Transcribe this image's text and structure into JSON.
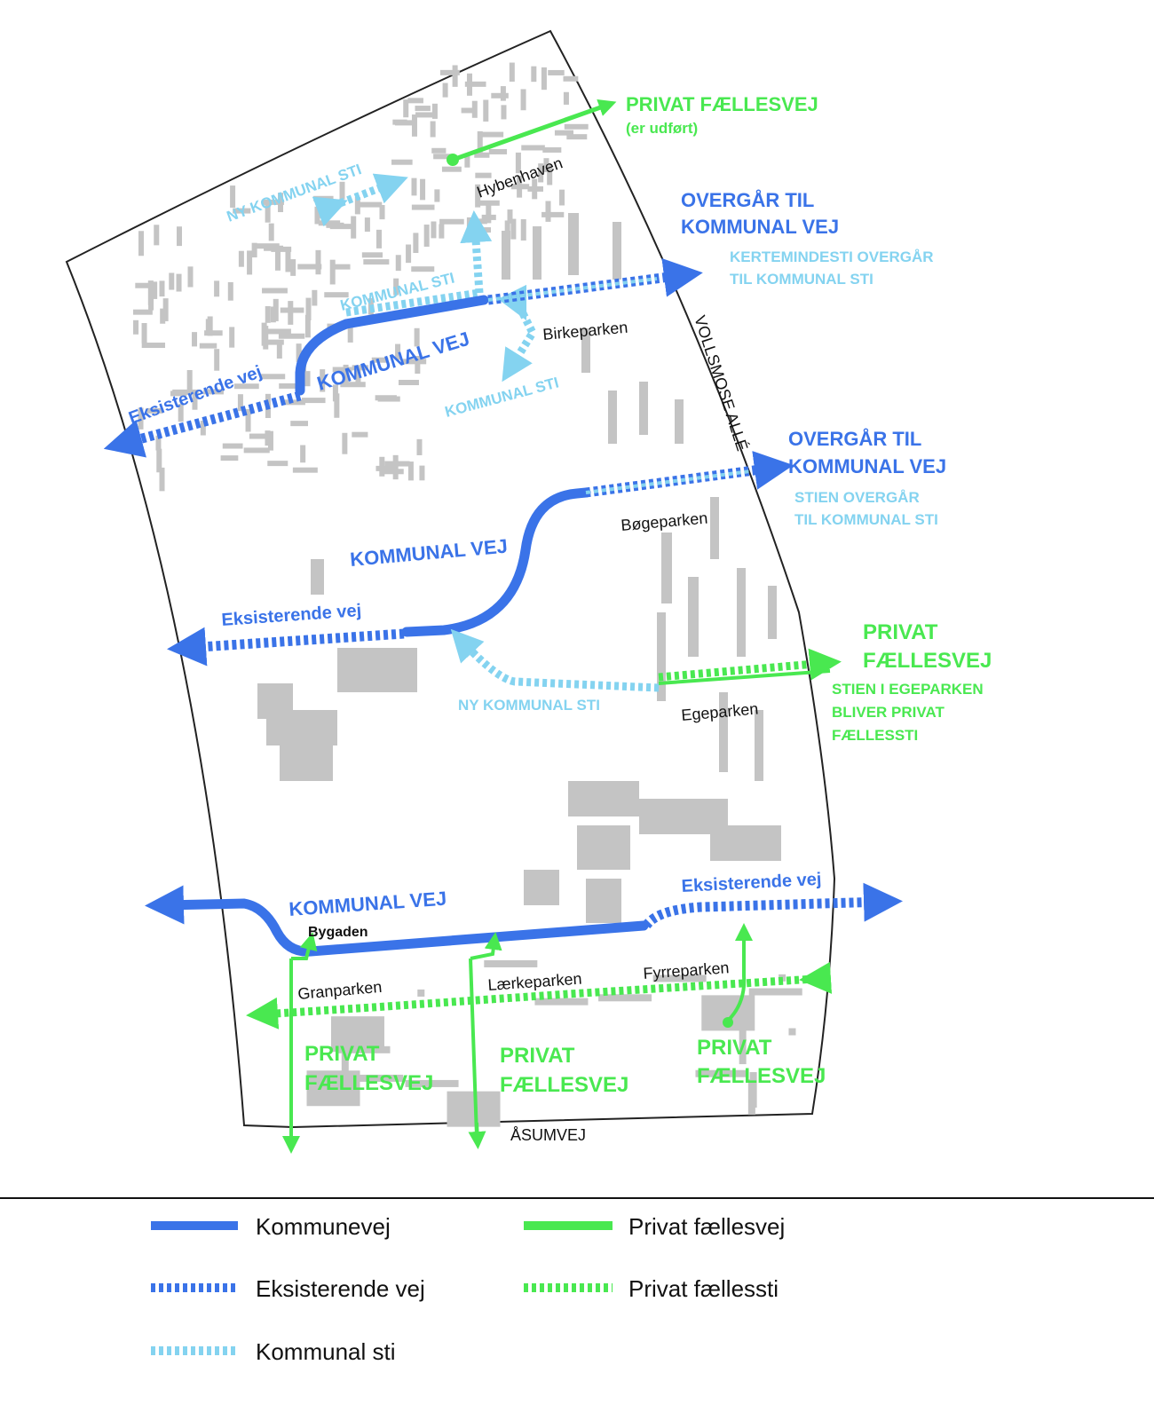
{
  "colors": {
    "kommunevej": "#3a73e8",
    "kommunal_sti": "#84d3f0",
    "privat": "#49e850",
    "buildings": "#bdbdbd",
    "outline": "#222222"
  },
  "labels": {
    "privat_faellesvej_top": "PRIVAT FÆLLESVEJ",
    "er_udfort": "(er udført)",
    "hybenhaven": "Hybenhaven",
    "ny_kommunal_sti_top": "NY KOMMUNAL STI",
    "overgaar_1a": "OVERGÅR TIL",
    "overgaar_1b": "KOMMUNAL VEJ",
    "kertemindesti_a": "KERTEMINDESTI OVERGÅR",
    "kertemindesti_b": "TIL KOMMUNAL STI",
    "kommunal_sti_1": "KOMMUNAL STI",
    "birkeparken": "Birkeparken",
    "vollsmose_alle": "VOLLSMOSE ALLÉ",
    "kommunal_vej_1": "KOMMUNAL VEJ",
    "eksisterende_vej_1": "Eksisterende vej",
    "kommunal_sti_2": "KOMMUNAL STI",
    "overgaar_2a": "OVERGÅR TIL",
    "overgaar_2b": "KOMMUNAL VEJ",
    "stien_a": "STIEN OVERGÅR",
    "stien_b": "TIL KOMMUNAL STI",
    "bogeparken": "Bøgeparken",
    "kommunal_vej_2": "KOMMUNAL VEJ",
    "eksisterende_vej_2": "Eksisterende vej",
    "privat_mid_a": "PRIVAT",
    "privat_mid_b": "FÆLLESVEJ",
    "stien_egeparken_a": "STIEN I EGEPARKEN",
    "stien_egeparken_b": "BLIVER PRIVAT",
    "stien_egeparken_c": "FÆLLESSTI",
    "ny_kommunal_sti_mid": "NY KOMMUNAL STI",
    "egeparken": "Egeparken",
    "kommunal_vej_3": "KOMMUNAL VEJ",
    "bygaden": "Bygaden",
    "eksisterende_vej_3": "Eksisterende vej",
    "granparken": "Granparken",
    "laerkeparken": "Lærkeparken",
    "fyrreparken": "Fyrreparken",
    "privat_b1a": "PRIVAT",
    "privat_b1b": "FÆLLESVEJ",
    "privat_b2a": "PRIVAT",
    "privat_b2b": "FÆLLESVEJ",
    "privat_b3a": "PRIVAT",
    "privat_b3b": "FÆLLESVEJ",
    "asumvej": "ÅSUMVEJ"
  },
  "legend": [
    {
      "label": "Kommunevej",
      "style": "solid",
      "color": "#3a73e8"
    },
    {
      "label": "Eksisterende vej",
      "style": "dashed",
      "color": "#3a73e8"
    },
    {
      "label": "Kommunal sti",
      "style": "dashed",
      "color": "#84d3f0"
    },
    {
      "label": "Privat fællesvej",
      "style": "solid",
      "color": "#49e850"
    },
    {
      "label": "Privat fællessti",
      "style": "dashed",
      "color": "#49e850"
    }
  ]
}
